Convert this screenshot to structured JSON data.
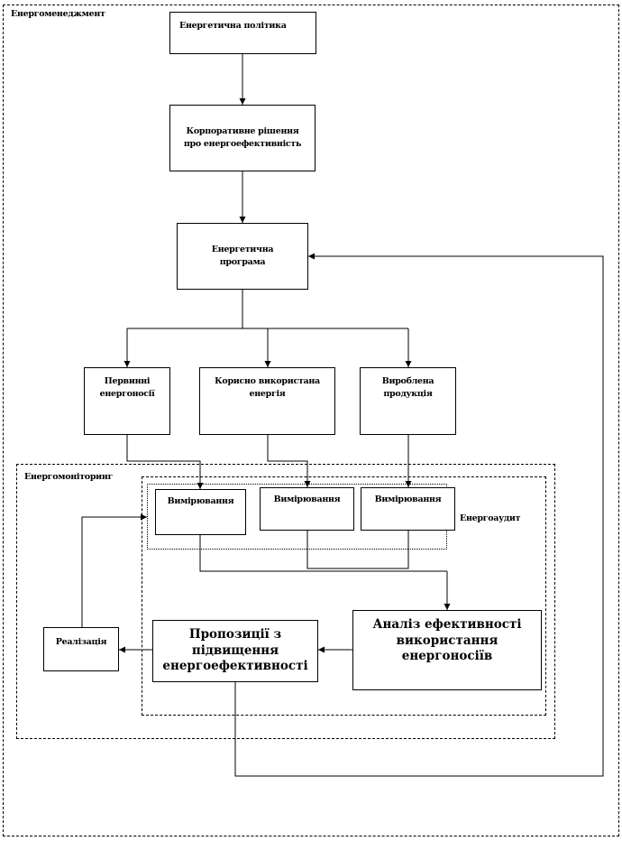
{
  "regions": {
    "energy_management": "Енергоменеджмент",
    "energy_monitoring": "Енергомоніторинг",
    "energy_audit": "Енергоаудит"
  },
  "nodes": {
    "energy_policy": "Енергетична політика",
    "corporate_decision": [
      "Корпоративне рішення",
      "про енергоефективність"
    ],
    "energy_program": [
      "Енергетична",
      "програма"
    ],
    "primary_carriers": [
      "Первинні",
      "енергоносії"
    ],
    "useful_energy": [
      "Корисно використана",
      "енергія"
    ],
    "products": [
      "Вироблена",
      "продукція"
    ],
    "measurement_1": "Вимірювання",
    "measurement_2": "Вимірювання",
    "measurement_3": "Вимірювання",
    "analysis": [
      "Аналіз ефективності",
      "використання енергоносіїв"
    ],
    "proposals": [
      "Пропозиції з",
      "підвищення",
      "енергоефективності"
    ],
    "implementation": "Реалізація"
  }
}
